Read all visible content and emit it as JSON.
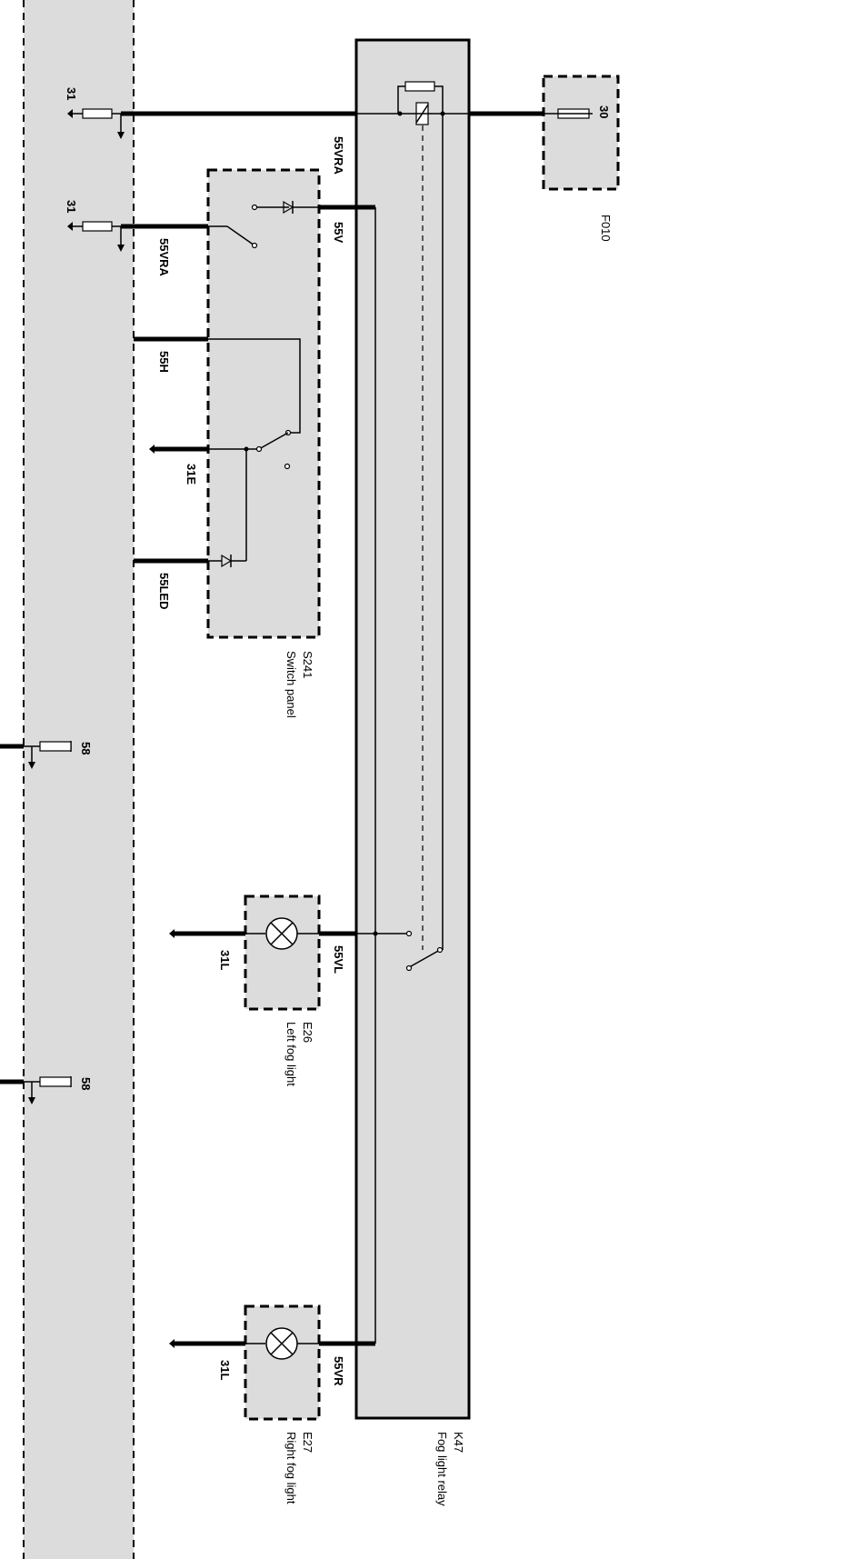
{
  "components": {
    "k47": {
      "id": "K47",
      "name": "Fog light relay"
    },
    "s241": {
      "id": "S241",
      "name": "Switch panel"
    },
    "e26": {
      "id": "E26",
      "name": "Left fog light"
    },
    "e27": {
      "id": "E27",
      "name": "Right fog light"
    },
    "f010": {
      "id": "F010"
    }
  },
  "wire_labels": {
    "w55vra_top": "55VRA",
    "w55v": "55V",
    "w55vra_switch": "55VRA",
    "w55h": "55H",
    "w31e": "31E",
    "w55led": "55LED",
    "w55vl": "55VL",
    "w31l_left": "31L",
    "w55vr": "55VR",
    "w31l_right": "31L"
  },
  "connector_labels": {
    "c31_top": "31",
    "c31_second": "31",
    "c30_fuse": "30",
    "c58_upper": "58",
    "c58_lower": "58"
  }
}
